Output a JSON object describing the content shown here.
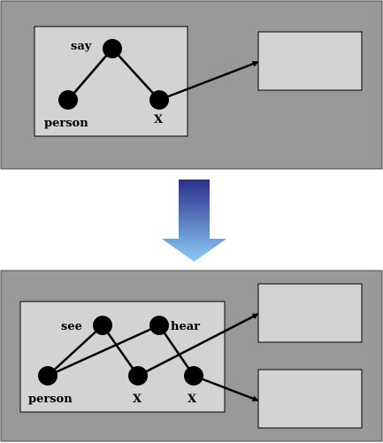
{
  "top": {
    "nodes": {
      "say": "say",
      "person": "person",
      "x": "X"
    }
  },
  "bottom": {
    "nodes": {
      "see": "see",
      "hear": "hear",
      "person": "person",
      "x1": "X",
      "x2": "X"
    }
  },
  "colors": {
    "panel": "#999999",
    "box": "#d3d3d3",
    "arrow_top": "#2b2f8c",
    "arrow_bottom": "#8ecbf5"
  }
}
